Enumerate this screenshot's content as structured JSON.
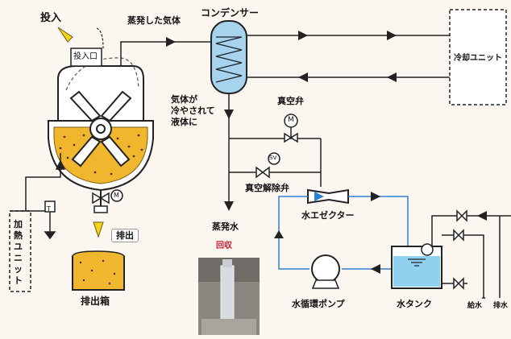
{
  "labels": {
    "input": "投入",
    "input_port": "投入口",
    "evaporated_gas": "蒸発した気体",
    "condenser": "コンデンサー",
    "cooling_unit": "冷却ユニット",
    "gas_to_liquid_1": "気体が",
    "gas_to_liquid_2": "冷やされて",
    "gas_to_liquid_3": "液体に",
    "vacuum_valve": "真空弁",
    "vacuum_release_valve": "真空解除弁",
    "water_ejector": "水エゼクター",
    "evaporated_water": "蒸発水",
    "recovery": "回収",
    "heating_unit": "加熱ユニット",
    "discharge": "排出",
    "discharge_box": "排出箱",
    "water_pump": "水循環ポンプ",
    "water_tank": "水タンク",
    "water_supply": "給水",
    "drain": "排水",
    "motor_symbol": "M",
    "sv_symbol": "SV",
    "thermometer_symbol": "T"
  },
  "colors": {
    "condenser_fill": "#a6d4ef",
    "material_fill": "#f0b62e",
    "tank_water": "#8fd1ee",
    "water_line": "#2e7fd6",
    "pipe": "#222222",
    "accent_red": "#d21c2c"
  }
}
